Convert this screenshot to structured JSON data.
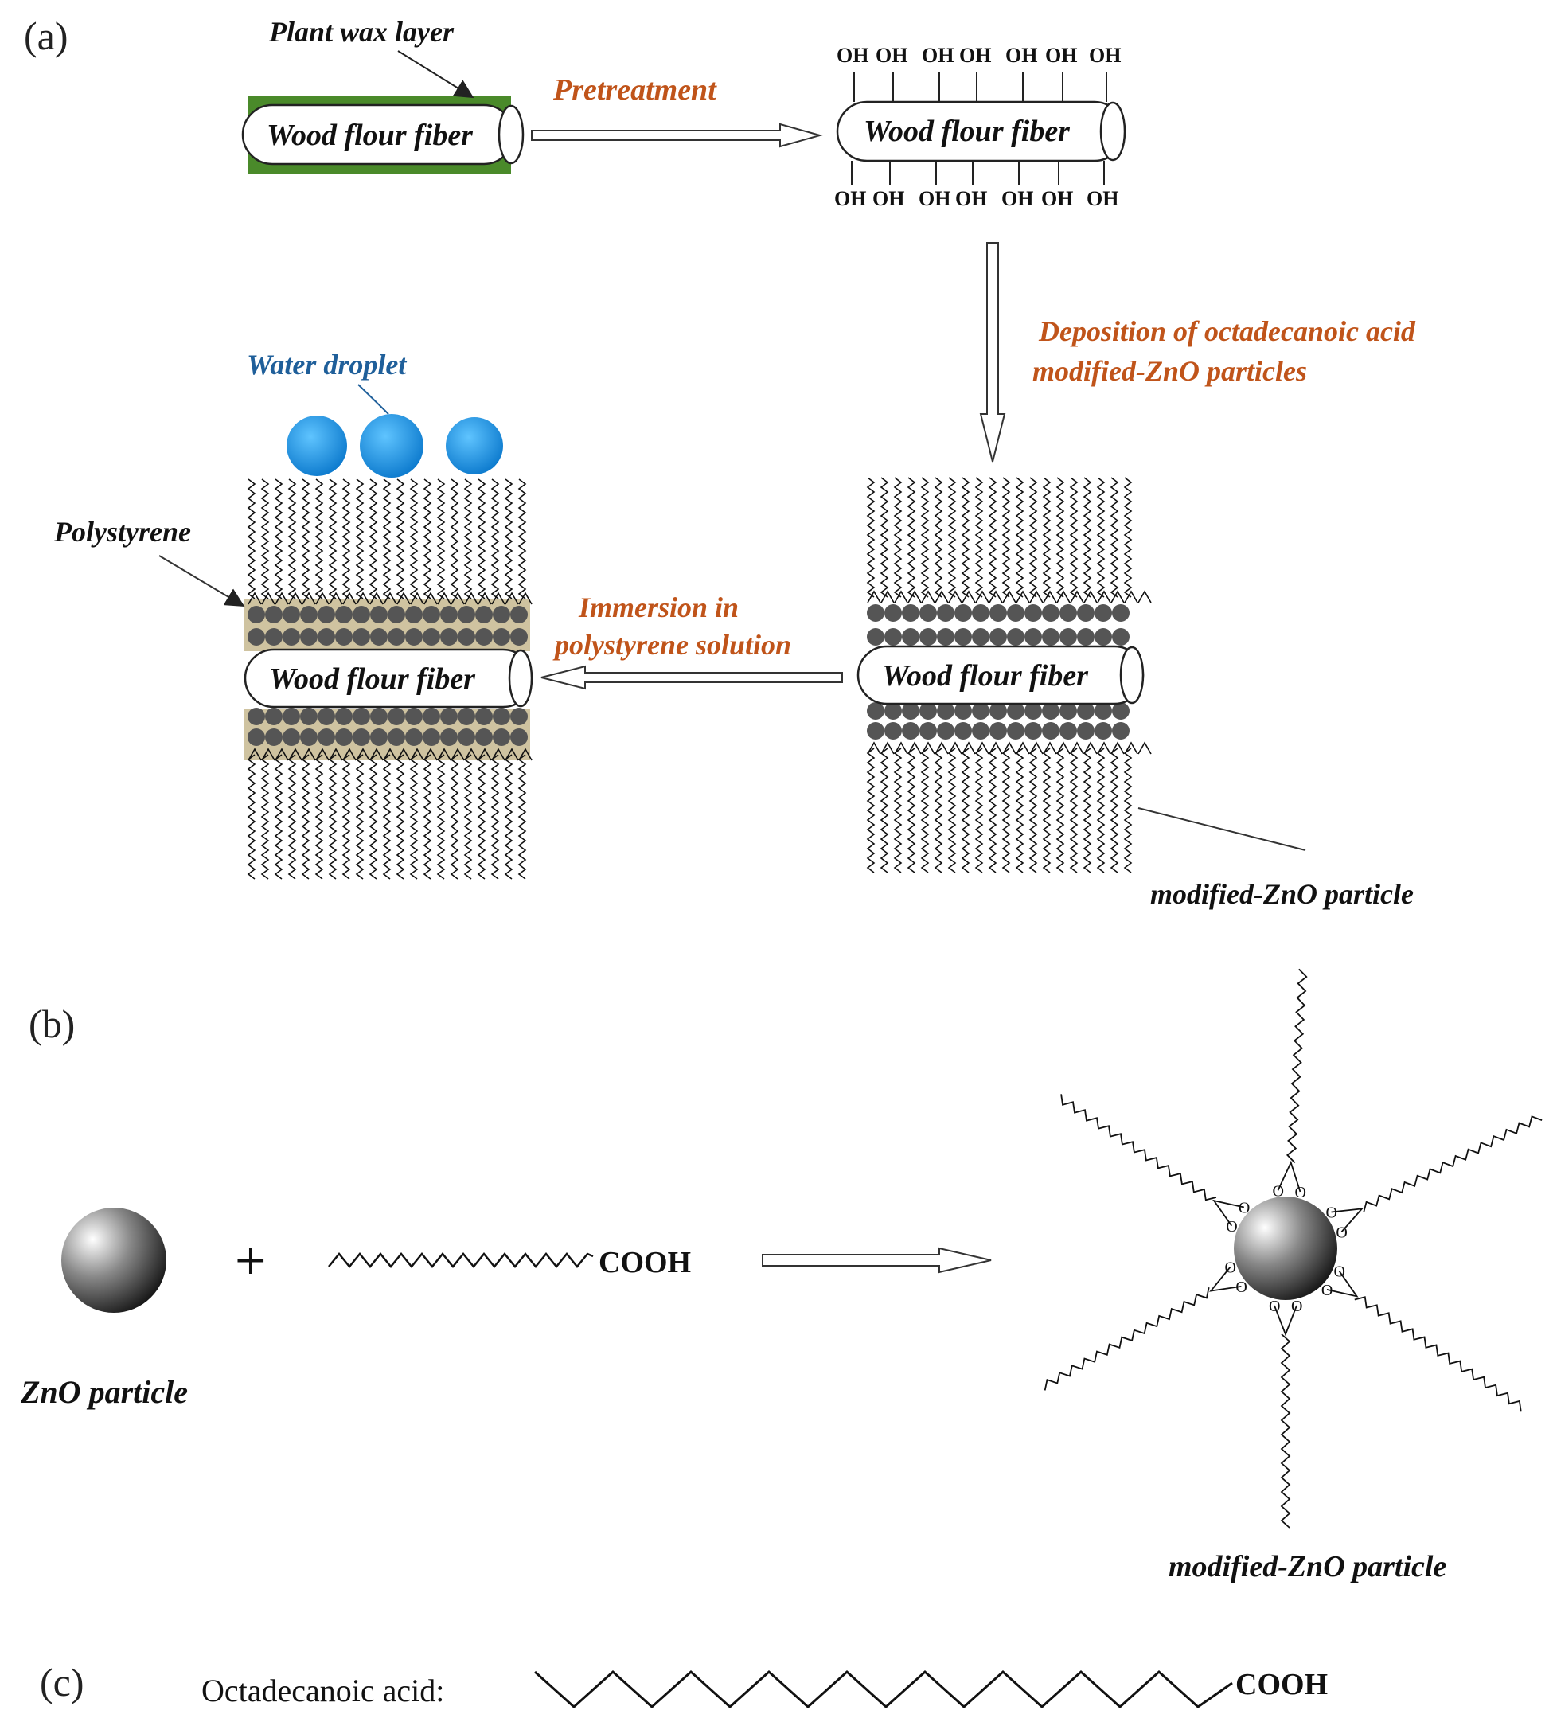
{
  "panels": {
    "a": {
      "letter": "(a)",
      "plant_wax_label": "Plant wax layer",
      "fiber_label": "Wood flour fiber",
      "pretreatment_label": "Pretreatment",
      "oh_label": "OH",
      "deposition_line1": "Deposition of octadecanoic acid",
      "deposition_line2": "modified-ZnO particles",
      "water_droplet_label": "Water droplet",
      "polystyrene_label": "Polystyrene",
      "immersion_line1": "Immersion in",
      "immersion_line2": "polystyrene solution",
      "modified_zno_label": "modified-ZnO particle"
    },
    "b": {
      "letter": "(b)",
      "plus_sign": "+",
      "cooh_label": "COOH",
      "zno_label": "ZnO particle",
      "modified_zno_label": "modified-ZnO particle",
      "oxygen_label": "O"
    },
    "c": {
      "letter": "(c)",
      "acid_label": "Octadecanoic acid:",
      "cooh_label": "COOH"
    }
  },
  "colors": {
    "process_text": "#c0541a",
    "water_text": "#1f5f9a",
    "wax_layer": "#4a8a2a",
    "polystyrene_fill": "#cfc3a0",
    "particle_fill": "#555555",
    "droplet": "#1a8ee0"
  }
}
